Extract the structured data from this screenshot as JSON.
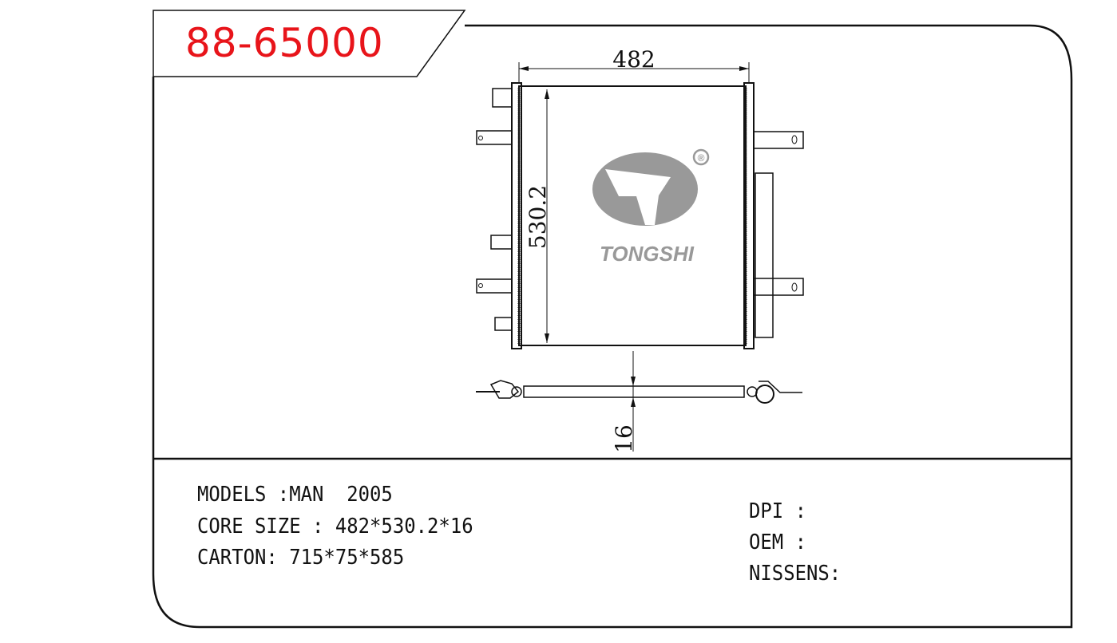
{
  "part_number": "88-65000",
  "dimensions": {
    "width": "482",
    "height": "530.2",
    "thickness": "16"
  },
  "logo": {
    "brand": "TONGSHI",
    "registered_mark": "®"
  },
  "specs": {
    "models": "MODELS :MAN  2005",
    "core_size": "CORE SIZE : 482*530.2*16",
    "carton": "CARTON: 715*75*585"
  },
  "references": {
    "dpi": "DPI :",
    "oem": "OEM :",
    "nissens": "NISSENS:"
  },
  "colors": {
    "title": "#e8141a",
    "logo": "#999999",
    "line": "#111111"
  }
}
